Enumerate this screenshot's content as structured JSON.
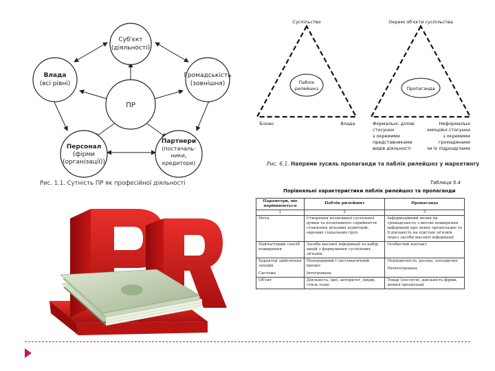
{
  "diagram_pr": {
    "center": "ПР",
    "subject_line1": "Суб'єкт",
    "subject_line2": "(діяльності)",
    "power_line1": "Влада",
    "power_line2": "(всі рівні)",
    "public_line1": "Громадськість",
    "public_line2": "(зовнішня)",
    "staff_line1": "Персонал",
    "staff_line2": "(фірми",
    "staff_line3": "(організації))",
    "partners_line1": "Партнери",
    "partners_line2": "(постачаль-",
    "partners_line3": "ники,",
    "partners_line4": "кредитори)",
    "caption": "Рис. 1.1. Сутність ПР як професійної діяльності"
  },
  "diagram_triangles": {
    "left_top": "Суспільство",
    "left_center_line1": "Паблік",
    "left_center_line2": "рилейшнз",
    "left_bottom_left": "Бізнес",
    "left_bottom_right": "Влада",
    "right_top": "Окремі об'єкти суспільства",
    "right_center": "Пропаганда",
    "bottom_left_1": "Формальні, ділові",
    "bottom_left_2": "стосунки",
    "bottom_left_3": "з окремими",
    "bottom_left_4": "представниками",
    "bottom_left_5": "видів діяльності",
    "bottom_right_1": "Неформальні",
    "bottom_right_2": "емоційні стосунки",
    "bottom_right_3": "з окремими",
    "bottom_right_4": "громадянами",
    "bottom_right_5": "чи їх підрозділами",
    "caption_prefix": "Рис. 6.1.",
    "caption_text": "Напрями зусиль пропаганди та паблік рилейшнз у маркетингу"
  },
  "table": {
    "label": "Таблиця 5.4",
    "title": "Порівняльні характеристики паблік рилейшнз та пропаганди",
    "headers": [
      "Параметри, що порівнюються",
      "Паблік рилейшнз",
      "Пропаганда"
    ],
    "numbers": [
      "1",
      "2",
      "3"
    ],
    "rows": [
      [
        "Мета",
        "Створення позитивної суспільної думки та позитивного сприйняття ставлення цільових аудиторій, окремих соціальних груп",
        "Інформаційний вплив на громадськість з метою поширення інформації про певну організацію та її діяльність на підставі зв'язків через засоби масової інформації"
      ],
      [
        "Найчастіший спосіб поширення",
        "Засоби масової інформації та набір акцій з формування суспільних зв'язків",
        "Особистий контакт"
      ],
      [
        "Характер здійснення заходів",
        "Неперервний і систематичний процес",
        "Періодичність, разова, епізодичне"
      ],
      [
        "Система",
        "Інтегрована",
        "Неінтегрована"
      ],
      [
        "Об'єкт",
        "Діяльність, ідеї, авторитет, імідж, стиль тощо",
        "Товар (послуги), діяльність фірми, певної організації"
      ]
    ]
  },
  "image": {
    "logo_text": "PR"
  },
  "colors": {
    "accent": "#c2185b",
    "pr_red": "#d81c1c",
    "money_green": "#8aa67a"
  }
}
